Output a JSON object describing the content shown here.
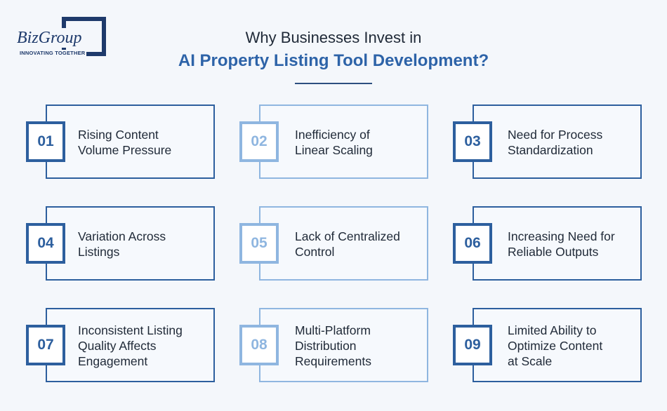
{
  "logo": {
    "name": "BizGroup",
    "tagline": "INNOVATING TOGETHER"
  },
  "header": {
    "title_line1": "Why Businesses Invest in",
    "title_line2": "AI Property Listing Tool Development?"
  },
  "colors": {
    "accent_dark": "#2d5f9e",
    "accent_light": "#8fb6e0",
    "title_blue": "#2d63a8"
  },
  "cards": [
    {
      "number": "01",
      "text": "Rising Content\nVolume Pressure"
    },
    {
      "number": "02",
      "text": "Inefficiency of\nLinear Scaling"
    },
    {
      "number": "03",
      "text": "Need for Process\nStandardization"
    },
    {
      "number": "04",
      "text": "Variation Across\nListings"
    },
    {
      "number": "05",
      "text": "Lack of Centralized\nControl"
    },
    {
      "number": "06",
      "text": "Increasing Need for\nReliable Outputs"
    },
    {
      "number": "07",
      "text": "Inconsistent Listing\nQuality Affects\nEngagement"
    },
    {
      "number": "08",
      "text": "Multi-Platform\nDistribution\nRequirements"
    },
    {
      "number": "09",
      "text": "Limited Ability to\nOptimize Content\nat Scale"
    }
  ]
}
